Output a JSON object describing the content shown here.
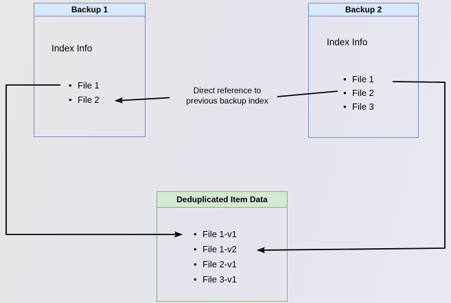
{
  "backup1": {
    "title": "Backup 1",
    "label": "Index Info",
    "files": [
      "File 1",
      "File 2"
    ]
  },
  "backup2": {
    "title": "Backup 2",
    "label": "Index Info",
    "files": [
      "File 1",
      "File 2",
      "File 3"
    ]
  },
  "dedup": {
    "title": "Deduplicated Item Data",
    "files": [
      "File 1-v1",
      "File 1-v2",
      "File 2-v1",
      "File 3-v1"
    ]
  },
  "annotation": {
    "line1": "Direct reference to",
    "line2": "previous backup index"
  },
  "colors": {
    "blue_fill": "#dae8fc",
    "blue_border": "#6c8ebf",
    "green_fill": "#d5e8d4",
    "green_border": "#82b366",
    "text_color": "#000000",
    "arrow_color": "#000000",
    "bg_start": "#e9e6e7",
    "bg_mid": "#e4e3ec",
    "bg_end": "#e9e9f3"
  }
}
